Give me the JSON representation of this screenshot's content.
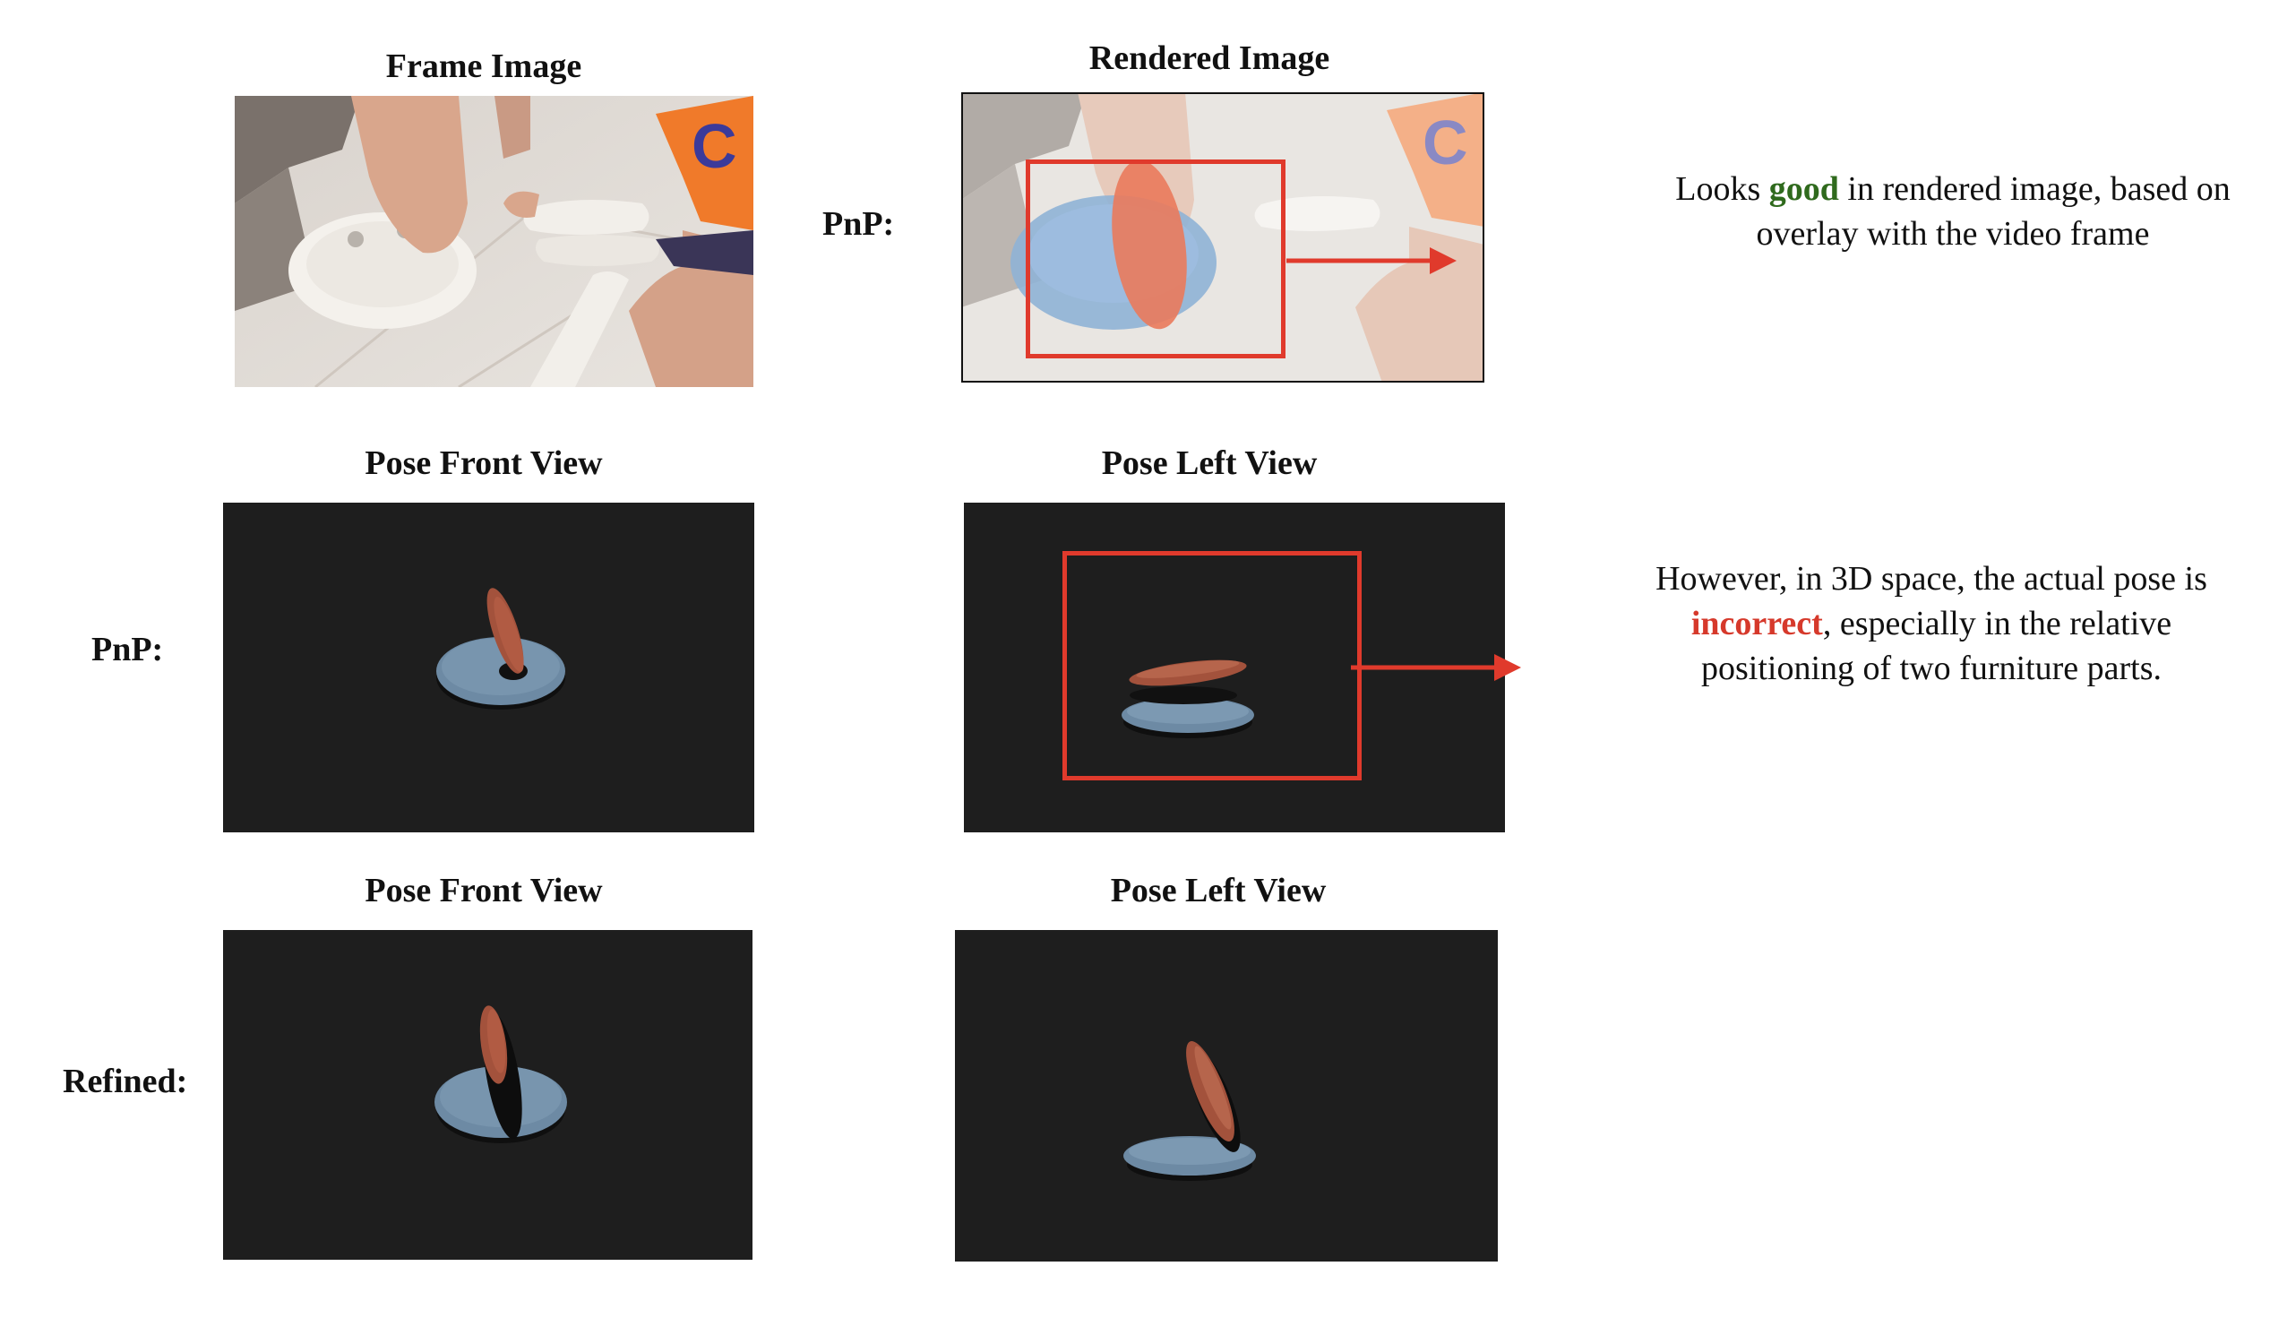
{
  "titles": {
    "frame": "Frame Image",
    "rendered": "Rendered Image",
    "front1": "Pose Front View",
    "left1": "Pose Left View",
    "front2": "Pose Front View",
    "left2": "Pose Left View"
  },
  "row_labels": {
    "pnp_top": "PnP:",
    "pnp_mid": "PnP:",
    "refined": "Refined:"
  },
  "notes": {
    "top": {
      "pre": "Looks ",
      "highlight": "good",
      "post": " in rendered image, based on overlay with the video frame"
    },
    "mid": {
      "pre": "However, in 3D space, the actual pose is ",
      "highlight": "incorrect",
      "post": ", especially in the relative positioning of two furniture parts."
    }
  },
  "photo_text": {
    "puzzle_letter": "C"
  },
  "colors": {
    "highlight_box": "#e03a2c",
    "good": "#2f6a1d",
    "incorrect": "#d6392b",
    "base_part": "#6d8aa4",
    "leg_part": "#a3523c",
    "panel_bg": "#1e1e1e"
  }
}
